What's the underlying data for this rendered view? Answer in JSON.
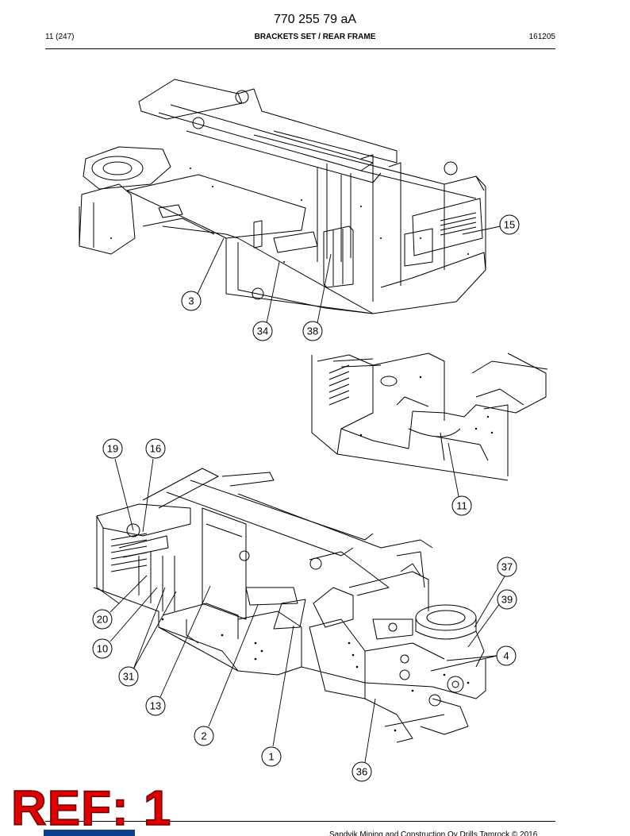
{
  "header": {
    "document_number": "770 255 79 aA",
    "page": "11 (247)",
    "title": "BRACKETS SET / REAR FRAME",
    "date_code": "161205"
  },
  "stamp": {
    "text": "REF: 1",
    "color": "#e00000"
  },
  "footer": {
    "copyright": "Sandvik Mining and Construction Oy Drills Tamrock © 2016"
  },
  "callouts": [
    "15",
    "3",
    "34",
    "38",
    "11",
    "19",
    "16",
    "37",
    "39",
    "4",
    "20",
    "10",
    "31",
    "13",
    "2",
    "1",
    "36"
  ]
}
